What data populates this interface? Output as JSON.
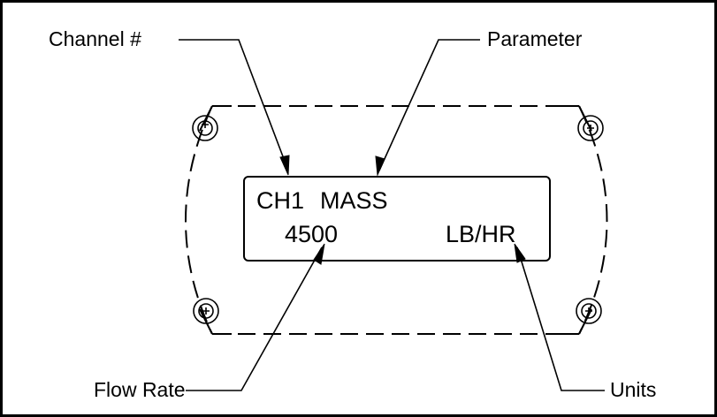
{
  "callouts": {
    "channel": "Channel #",
    "parameter": "Parameter",
    "flow_rate": "Flow Rate",
    "units": "Units"
  },
  "display": {
    "line1_channel": "CH1",
    "line1_parameter": "MASS",
    "line2_value": "4500",
    "line2_units": "LB/HR"
  },
  "colors": {
    "ink": "#000000",
    "paper": "#ffffff"
  }
}
